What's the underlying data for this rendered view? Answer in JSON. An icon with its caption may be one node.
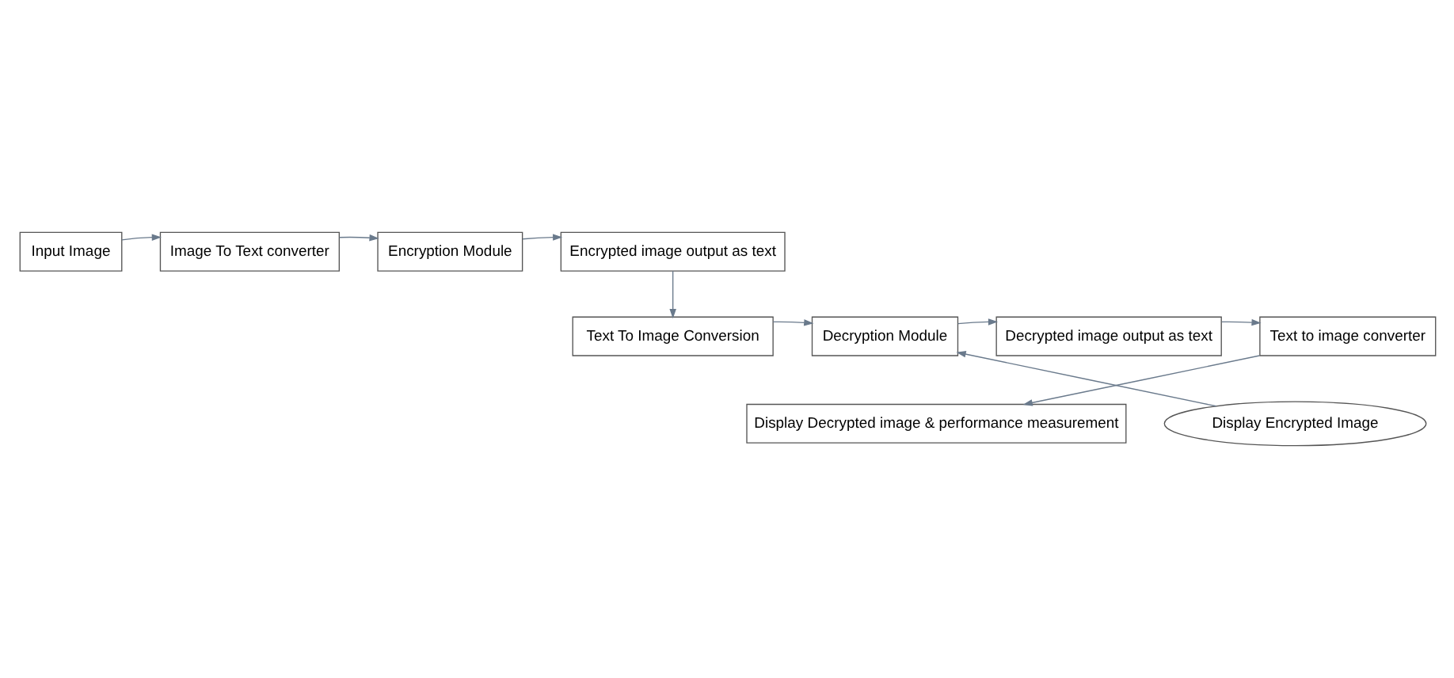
{
  "diagram": {
    "nodes": [
      {
        "text": [
          "Input Image"
        ]
      },
      {
        "text": [
          "Image To Text converter"
        ]
      },
      {
        "text": [
          "Encryption Module"
        ]
      },
      {
        "text": [
          "Encrypted image output as text"
        ]
      },
      {
        "text": [
          "Text to image converter"
        ]
      },
      {
        "text": [
          "Decrypted image output as text"
        ]
      },
      {
        "text": [
          "Decryption Module"
        ]
      },
      {
        "text": [
          "Text To Image Conversion"
        ]
      },
      {
        "text": [
          "Display Decrypted image & performance measurement"
        ]
      },
      {
        "text": [
          "Display Encrypted Image"
        ]
      }
    ],
    "edges": [
      {
        "from": 0,
        "to": 1,
        "arrow": "to"
      },
      {
        "from": 1,
        "to": 2,
        "arrow": "to"
      },
      {
        "from": 2,
        "to": 3,
        "arrow": "to"
      },
      {
        "from": 3,
        "to": 7,
        "arrow": "to"
      },
      {
        "from": 7,
        "to": 6,
        "arrow": "to"
      },
      {
        "from": 6,
        "to": 5,
        "arrow": "to"
      },
      {
        "from": 5,
        "to": 4,
        "arrow": "to"
      },
      {
        "from": 4,
        "to": 8,
        "arrow": "to"
      },
      {
        "from": 9,
        "to": 6,
        "arrow": "to"
      }
    ]
  }
}
